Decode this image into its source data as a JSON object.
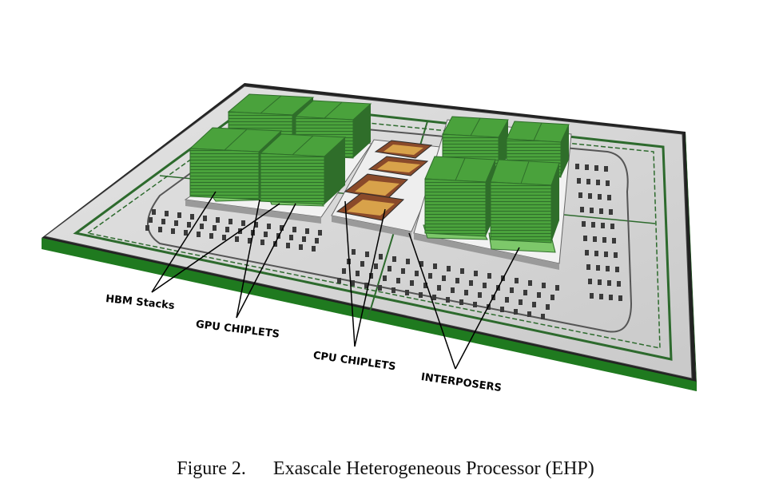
{
  "figure": {
    "caption_number": "Figure 2.",
    "caption_text": "Exascale Heterogeneous Processor (EHP)",
    "labels": {
      "hbm": "HBM Stacks",
      "gpu": "GPU CHIPLETS",
      "cpu": "CPU CHIPLETS",
      "interposers": "INTERPOSERS"
    },
    "colors": {
      "substrate_top": "#d8d8d8",
      "substrate_edge": "#1f7a1f",
      "hbm_green": "#4aa23c",
      "hbm_dark": "#2f6e2a",
      "interposer": "#e6e6e6",
      "cpu_chip": "#8a4a2a",
      "trace": "#2d6a2d",
      "die": "#2b2b2b"
    }
  }
}
